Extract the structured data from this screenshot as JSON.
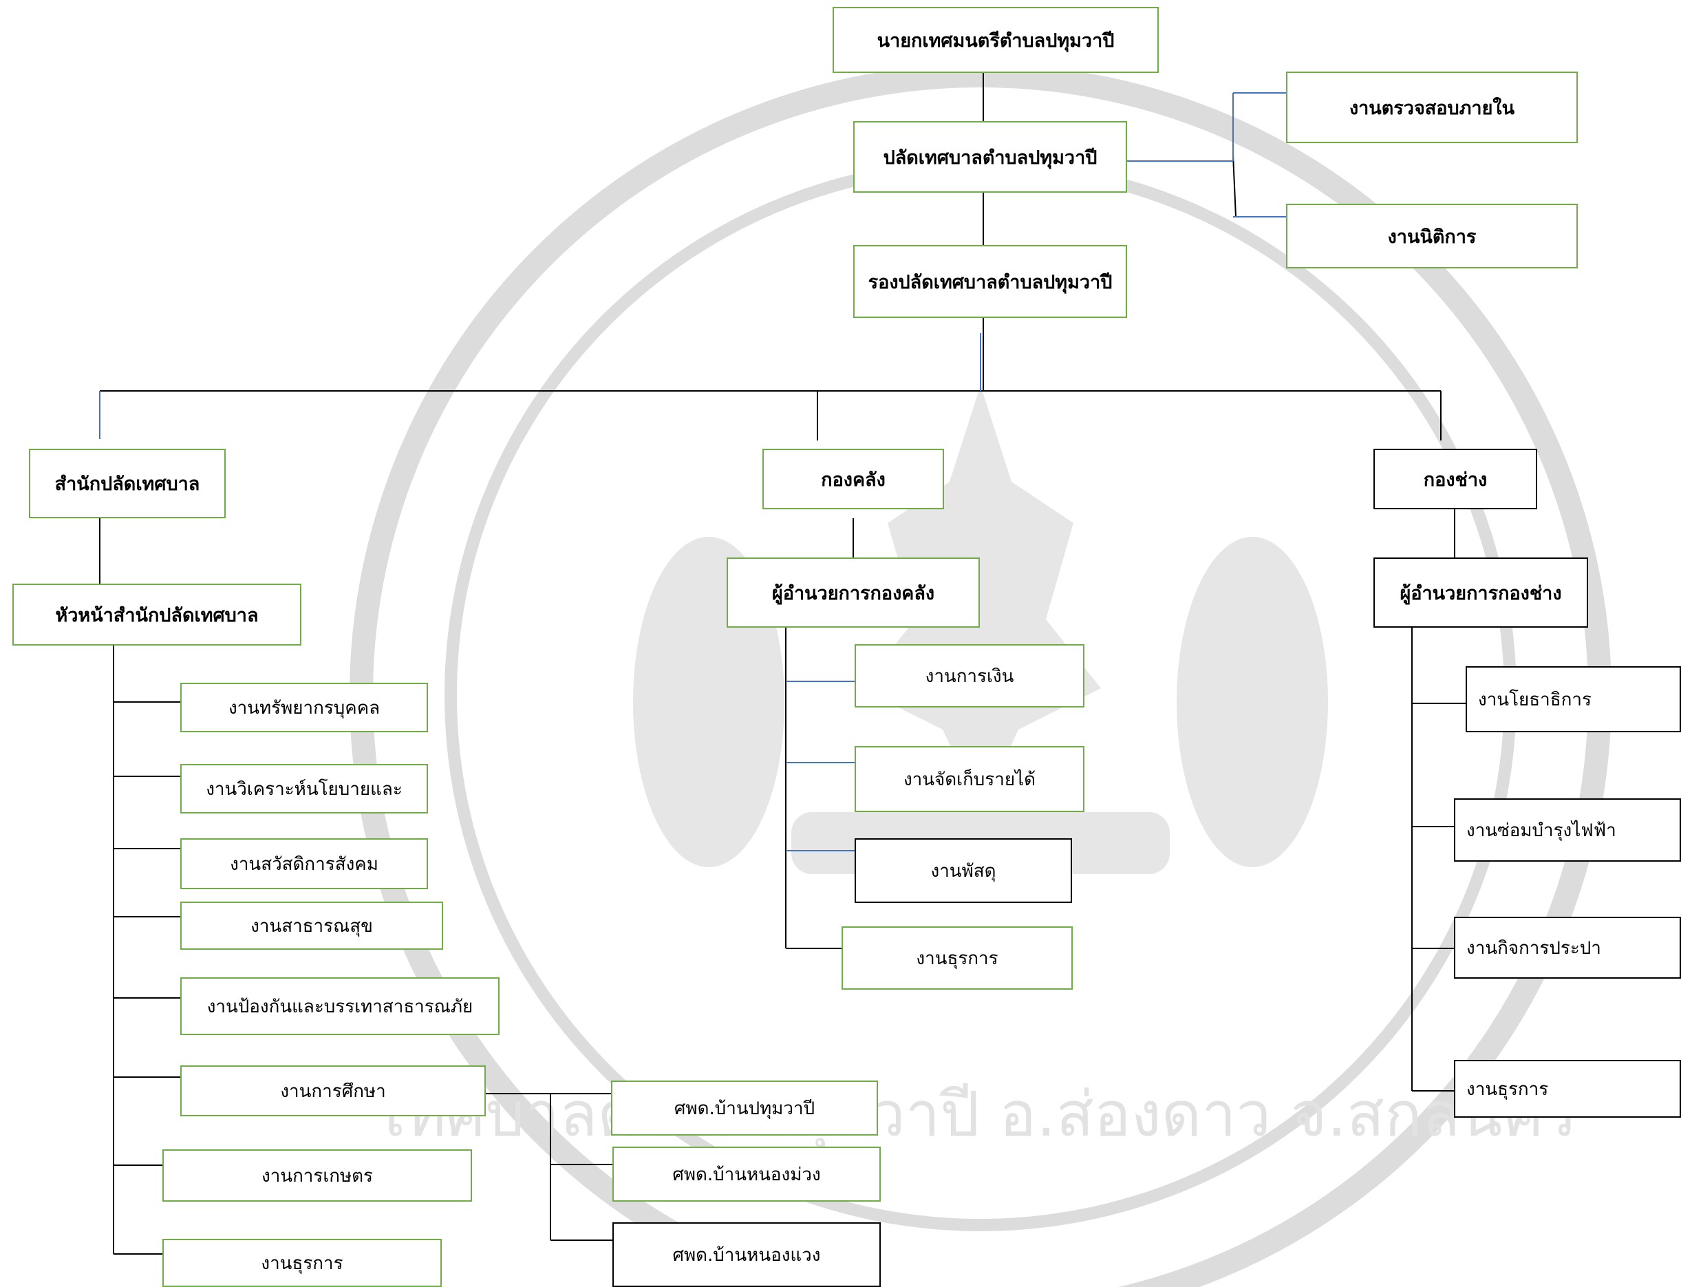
{
  "colors": {
    "green_border": "#70ad47",
    "black_border": "#000000",
    "connector": "#000000",
    "blue_connector": "#4472c4",
    "watermark": "#d6d6d6"
  },
  "watermark": {
    "icon": "municipal-seal-logo",
    "text": "เทศบาลตำบลปทุมวาปี อ.ส่องดาว จ.สกลนคร"
  },
  "top": {
    "mayor": "นายกเทศมนตรีตำบลปทุมวาปี",
    "clerk": "ปลัดเทศบาลตำบลปทุมวาปี",
    "deputy_clerk": "รองปลัดเทศบาลตำบลปทุมวาปี",
    "audit": "งานตรวจสอบภายใน",
    "legal": "งานนิติการ"
  },
  "office": {
    "title": "สำนักปลัดเทศบาล",
    "head": "หัวหน้าสำนักปลัดเทศบาล",
    "units": [
      "งานทรัพยากรบุคคล",
      "งานวิเคราะห์นโยบายและ",
      "งานสวัสดิการสังคม",
      "งานสาธารณสุข",
      "งานป้องกันและบรรเทาสาธารณภัย",
      "งานการศึกษา",
      "งานการเกษตร",
      "งานธุรการ"
    ],
    "childcare_centers": [
      "ศพด.บ้านปทุมวาปี",
      "ศพด.บ้านหนองม่วง",
      "ศพด.บ้านหนองแวง"
    ]
  },
  "finance": {
    "title": "กองคลัง",
    "director": "ผู้อำนวยการกองคลัง",
    "units": [
      "งานการเงิน",
      "งานจัดเก็บรายได้",
      "งานพัสดุ",
      "งานธุรการ"
    ]
  },
  "engineering": {
    "title": "กองช่าง",
    "director": "ผู้อำนวยการกองช่าง",
    "units": [
      "งานโยธาธิการ",
      "งานซ่อมบำรุงไฟฟ้า",
      "งานกิจการประปา",
      "งานธุรการ"
    ]
  }
}
